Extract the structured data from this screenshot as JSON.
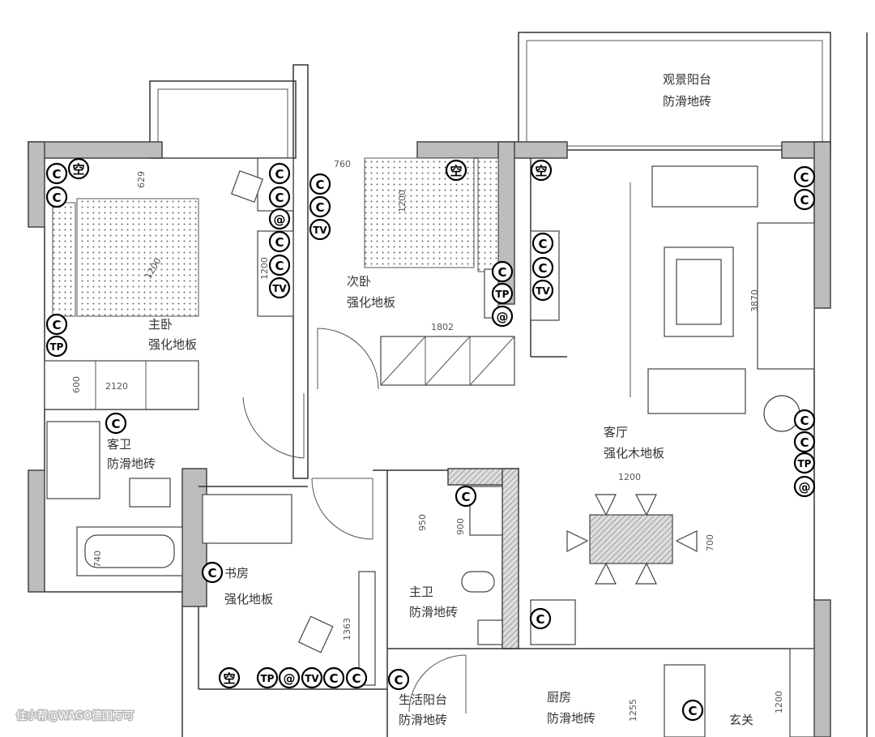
{
  "rooms": {
    "viewing_balcony": {
      "name": "观景阳台",
      "floor": "防滑地砖"
    },
    "master_bedroom": {
      "name": "主卧",
      "floor": "强化地板"
    },
    "second_bedroom": {
      "name": "次卧",
      "floor": "强化地板"
    },
    "living_room": {
      "name": "客厅",
      "floor": "强化木地板"
    },
    "guest_bathroom": {
      "name": "客卫",
      "floor": "防滑地砖"
    },
    "study": {
      "name": "书房",
      "floor": "强化地板"
    },
    "master_bathroom": {
      "name": "主卫",
      "floor": "防滑地砖"
    },
    "utility_balcony": {
      "name": "生活阳台",
      "floor": "防滑地砖"
    },
    "kitchen": {
      "name": "厨房",
      "floor": "防滑地砖"
    },
    "entrance": {
      "name": "玄关"
    }
  },
  "dimensions": {
    "d629": "629",
    "bed_master": "1200",
    "tv_cab_master": "1200",
    "d760": "760",
    "bed_second": "1200",
    "d1802": "1802",
    "d3870": "3870",
    "d600": "600",
    "d2120": "2120",
    "dining_w": "1200",
    "dining_h": "700",
    "d950": "950",
    "d900": "900",
    "d740": "740",
    "d1363": "1363",
    "d1255": "1255",
    "d1200b": "1200"
  },
  "symbols": {
    "socket": "C",
    "phone": "TP",
    "network": "@",
    "tv": "TV",
    "ac": "空"
  },
  "watermark": "住小帮@WAGO德国万可"
}
